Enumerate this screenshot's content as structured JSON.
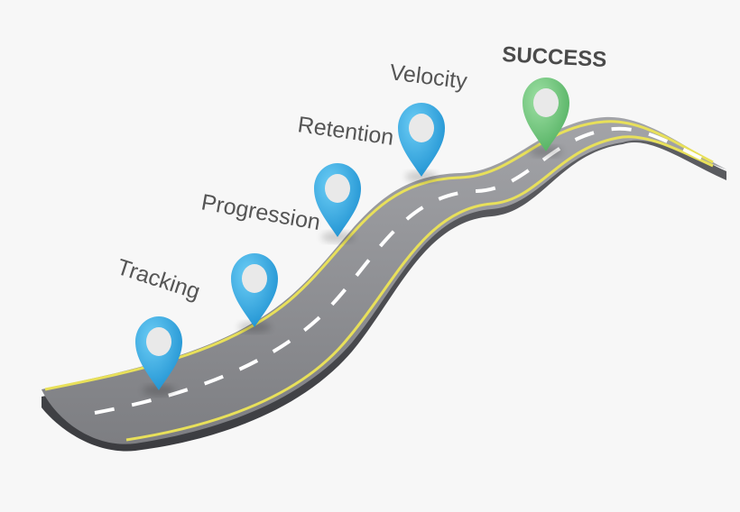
{
  "milestones": [
    {
      "label": "Tracking",
      "color": "#2aa8e6"
    },
    {
      "label": "Progression",
      "color": "#2aa8e6"
    },
    {
      "label": "Retention",
      "color": "#2aa8e6"
    },
    {
      "label": "Velocity",
      "color": "#2aa8e6"
    },
    {
      "label": "SUCCESS",
      "color": "#6cc27a"
    }
  ],
  "colors": {
    "road": "#8e8f93",
    "road_edge": "#6e6f73",
    "center_line": "#ffffff",
    "edge_line": "#e8e05a",
    "pin_blue": "#2aa8e6",
    "pin_green": "#6cc27a",
    "label_text": "#555555"
  }
}
